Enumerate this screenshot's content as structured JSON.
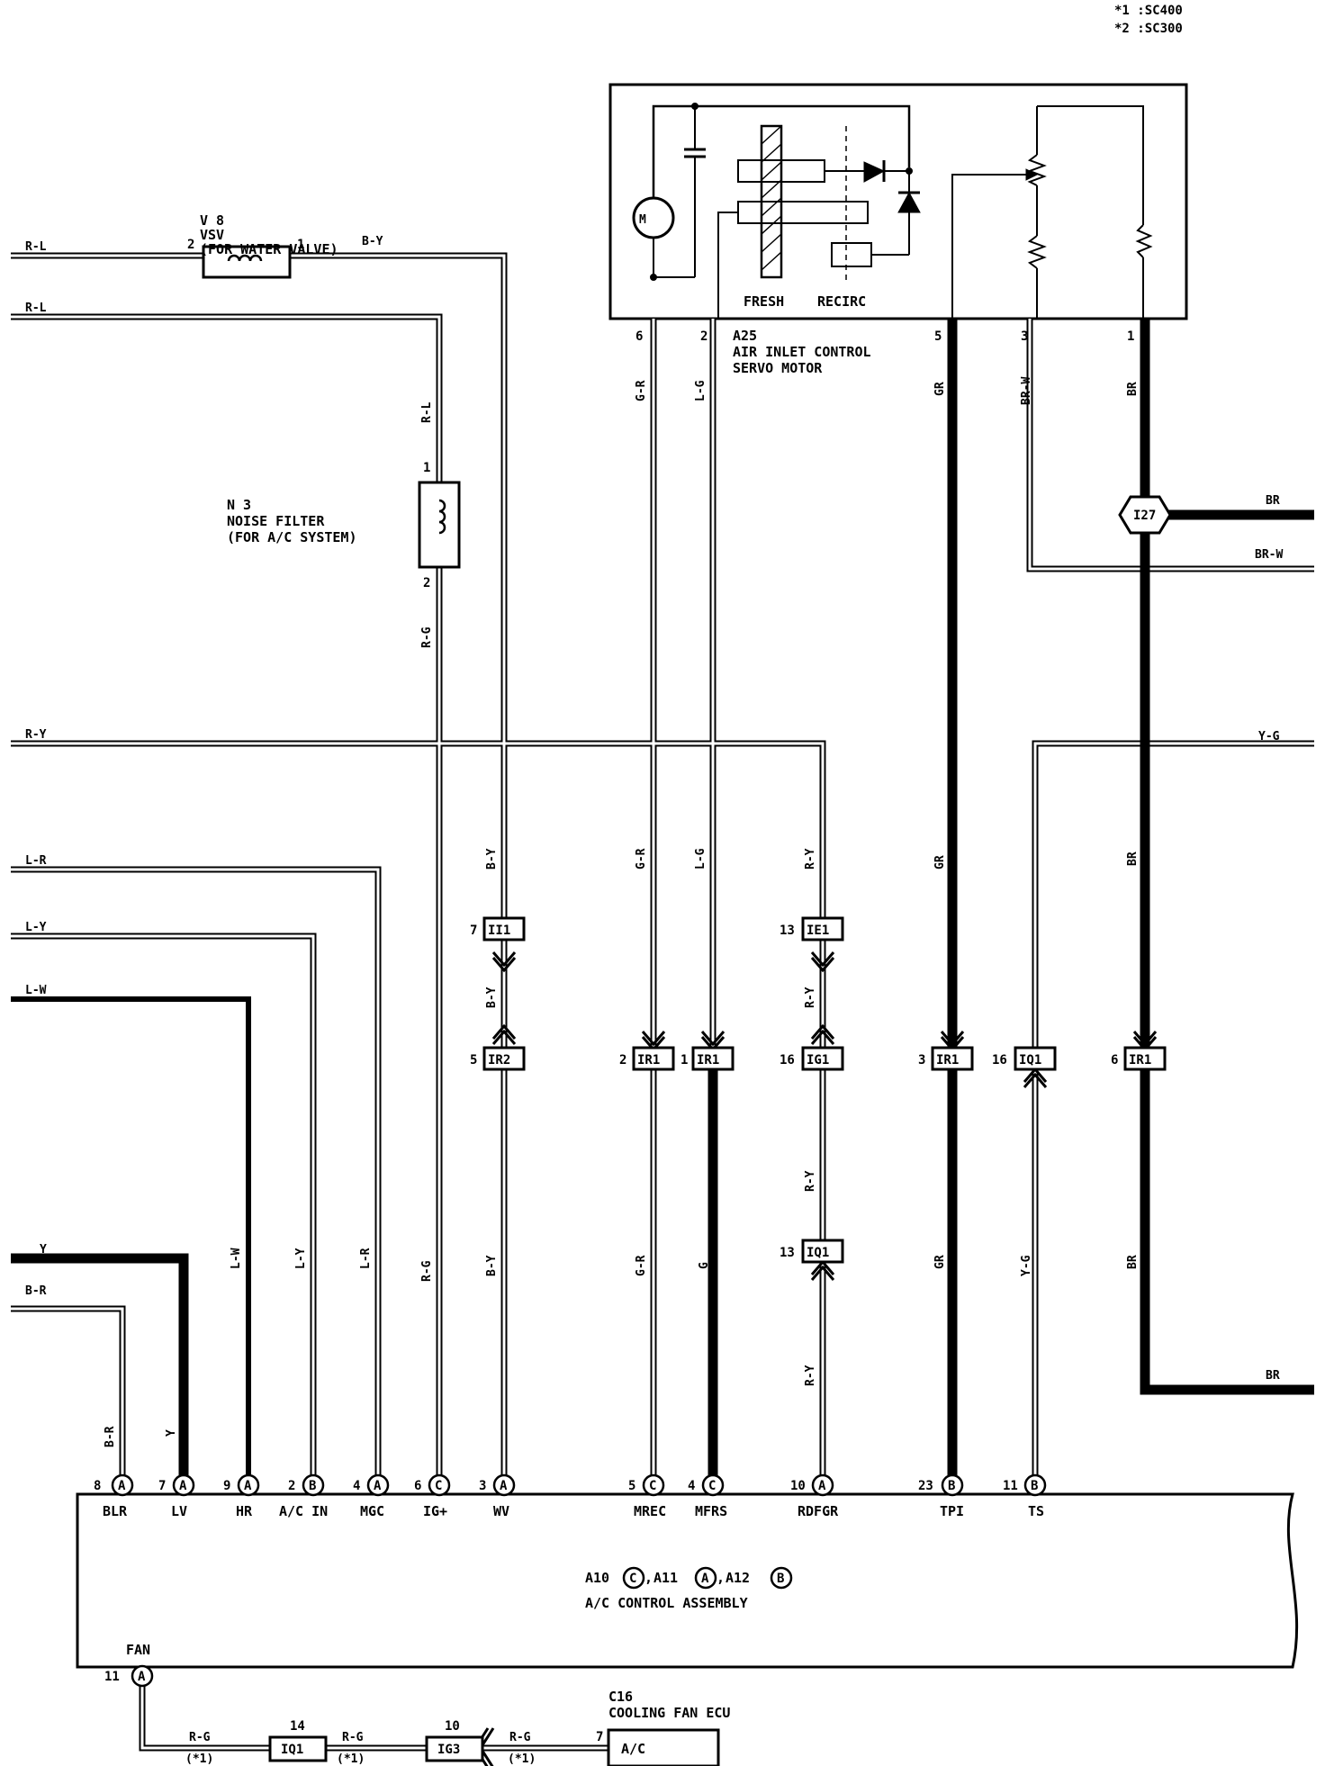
{
  "legend": [
    "*1 :SC400",
    "*2 :SC300"
  ],
  "servo": {
    "id": "A25",
    "name_line1": "AIR INLET CONTROL",
    "name_line2": "SERVO MOTOR",
    "motor_symbol": "M",
    "fresh": "FRESH",
    "recirc": "RECIRC",
    "pins": [
      "6",
      "2",
      "5",
      "3",
      "1"
    ]
  },
  "vsv": {
    "id": "V 8",
    "name": "VSV",
    "sub": "(FOR WATER VALVE)",
    "pin_in": "2",
    "pin_out": "1"
  },
  "noise_filter": {
    "id": "N 3",
    "name": "NOISE FILTER",
    "sub": "(FOR A/C SYSTEM)",
    "pin_top": "1",
    "pin_bottom": "2"
  },
  "left_wires": [
    "R-L",
    "R-L",
    "R-Y",
    "L-R",
    "L-Y",
    "L-W",
    "Y",
    "B-R"
  ],
  "right_wires": [
    "BR",
    "BR-W",
    "Y-G",
    "BR"
  ],
  "junction": "I27",
  "wire_labels": {
    "by": "B-Y",
    "rl": "R-L",
    "rg": "R-G",
    "gr_lower": "G-R",
    "lg": "L-G",
    "ry": "R-Y",
    "gr": "GR",
    "brw": "BR-W",
    "br": "BR",
    "g": "G",
    "yg": "Y-G",
    "lw": "L-W",
    "ly": "L-Y",
    "lr": "L-R",
    "y": "Y",
    "b_r": "B-R"
  },
  "connectors": [
    {
      "pin": "7",
      "name": "II1"
    },
    {
      "pin": "5",
      "name": "IR2"
    },
    {
      "pin": "2",
      "name": "IR1"
    },
    {
      "pin": "1",
      "name": "IR1"
    },
    {
      "pin": "13",
      "name": "IE1"
    },
    {
      "pin": "16",
      "name": "IG1"
    },
    {
      "pin": "13",
      "name": "IQ1"
    },
    {
      "pin": "3",
      "name": "IR1"
    },
    {
      "pin": "16",
      "name": "IQ1"
    },
    {
      "pin": "6",
      "name": "IR1"
    }
  ],
  "ecu_terminals": [
    {
      "pin": "8",
      "conn": "A",
      "name": "BLR"
    },
    {
      "pin": "7",
      "conn": "A",
      "name": "LV"
    },
    {
      "pin": "9",
      "conn": "A",
      "name": "HR"
    },
    {
      "pin": "2",
      "conn": "B",
      "name": "A/C IN"
    },
    {
      "pin": "4",
      "conn": "A",
      "name": "MGC"
    },
    {
      "pin": "6",
      "conn": "C",
      "name": "IG+"
    },
    {
      "pin": "3",
      "conn": "A",
      "name": "WV"
    },
    {
      "pin": "5",
      "conn": "C",
      "name": "MREC"
    },
    {
      "pin": "4",
      "conn": "C",
      "name": "MFRS"
    },
    {
      "pin": "10",
      "conn": "A",
      "name": "RDFGR"
    },
    {
      "pin": "23",
      "conn": "B",
      "name": "TPI"
    },
    {
      "pin": "11",
      "conn": "B",
      "name": "TS"
    }
  ],
  "ecu": {
    "code_a": "A10",
    "ca": "C",
    "code_b": "A11",
    "cb": "A",
    "code_c": "A12",
    "cc": "B",
    "comma": ",",
    "name": "A/C CONTROL ASSEMBLY",
    "fan_label": "FAN",
    "fan_pin": "11",
    "fan_conn": "A"
  },
  "fan_circuit": {
    "wire": "R-G",
    "note": "(*1)",
    "c1_pin": "14",
    "c1_name": "IQ1",
    "c2_pin": "10",
    "c2_name": "IG3",
    "ecu_id": "C16",
    "ecu_name": "COOLING FAN ECU",
    "ecu_pin": "7",
    "ecu_terminal": "A/C"
  }
}
